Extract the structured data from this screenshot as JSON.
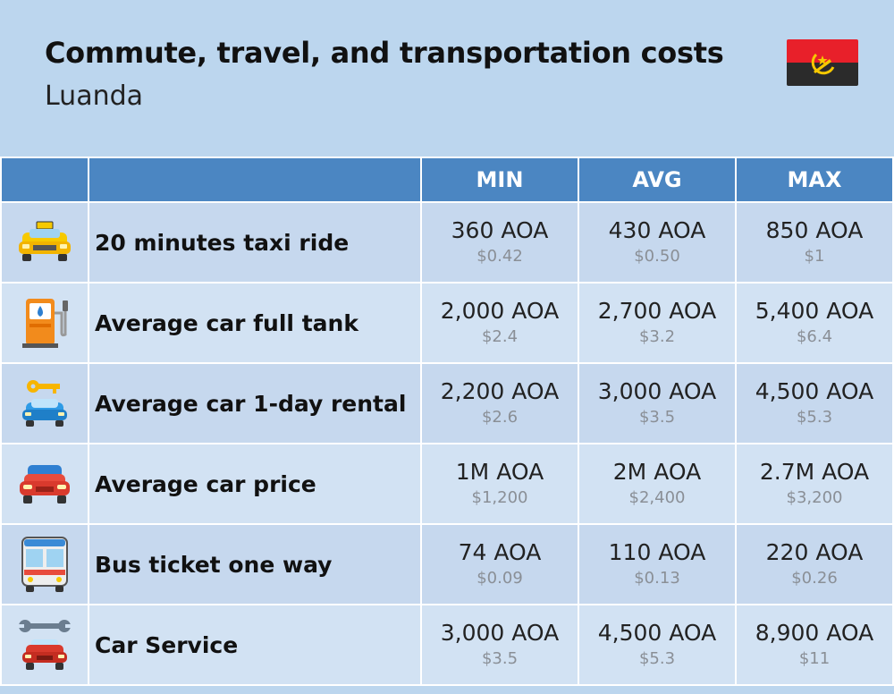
{
  "header": {
    "title": "Commute, travel, and transportation costs",
    "subtitle": "Luanda",
    "flag_colors": {
      "top": "#e8202a",
      "bottom": "#2b2b2b",
      "emblem": "#f7c900"
    }
  },
  "chart_data": {
    "type": "table",
    "columns": [
      "",
      "",
      "MIN",
      "AVG",
      "MAX"
    ],
    "rows": [
      {
        "icon": "taxi-icon",
        "label": "20 minutes taxi ride",
        "min": "360 AOA",
        "min_usd": "$0.42",
        "avg": "430 AOA",
        "avg_usd": "$0.50",
        "max": "850 AOA",
        "max_usd": "$1"
      },
      {
        "icon": "fuel-pump-icon",
        "label": "Average car full tank",
        "min": "2,000 AOA",
        "min_usd": "$2.4",
        "avg": "2,700 AOA",
        "avg_usd": "$3.2",
        "max": "5,400 AOA",
        "max_usd": "$6.4"
      },
      {
        "icon": "car-key-icon",
        "label": "Average car 1-day rental",
        "min": "2,200 AOA",
        "min_usd": "$2.6",
        "avg": "3,000 AOA",
        "avg_usd": "$3.5",
        "max": "4,500 AOA",
        "max_usd": "$5.3"
      },
      {
        "icon": "red-car-icon",
        "label": "Average car price",
        "min": "1M AOA",
        "min_usd": "$1,200",
        "avg": "2M AOA",
        "avg_usd": "$2,400",
        "max": "2.7M AOA",
        "max_usd": "$3,200"
      },
      {
        "icon": "bus-icon",
        "label": "Bus ticket one way",
        "min": "74 AOA",
        "min_usd": "$0.09",
        "avg": "110 AOA",
        "avg_usd": "$0.13",
        "max": "220 AOA",
        "max_usd": "$0.26"
      },
      {
        "icon": "wrench-car-icon",
        "label": "Car Service",
        "min": "3,000 AOA",
        "min_usd": "$3.5",
        "avg": "4,500 AOA",
        "avg_usd": "$5.3",
        "max": "8,900 AOA",
        "max_usd": "$11"
      }
    ]
  }
}
